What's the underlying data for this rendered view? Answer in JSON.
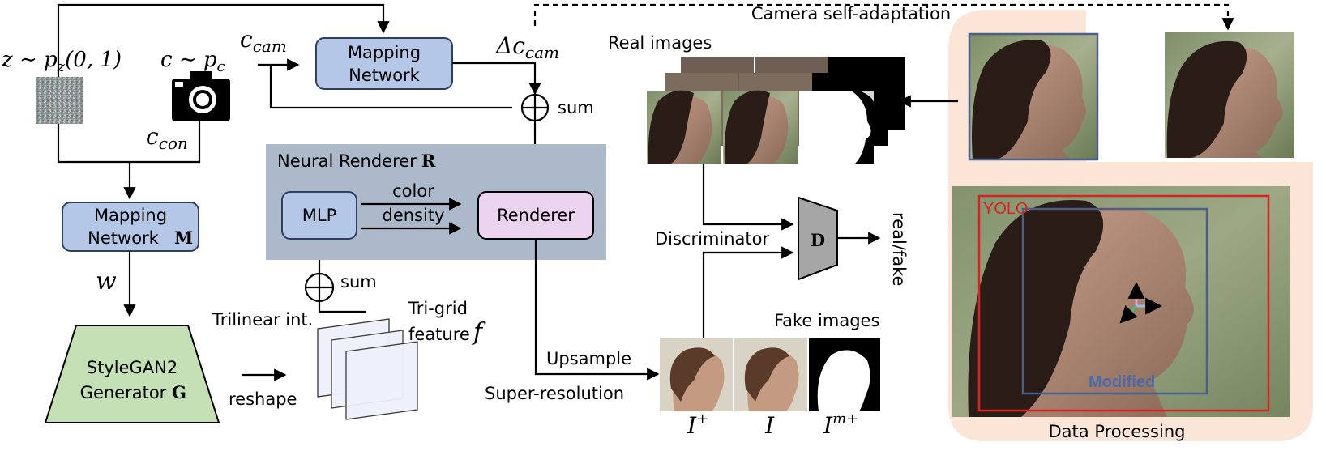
{
  "labels": {
    "z_prior": "z ∼ p",
    "z_prior_sub": "z",
    "z_prior_args": "(0, 1)",
    "c_prior": "c ∼ p",
    "c_prior_sub": "c",
    "c_cam": "c",
    "c_cam_sub": "cam",
    "delta_c_cam": "Δc",
    "delta_c_cam_sub": "cam",
    "c_con": "c",
    "c_con_sub": "con",
    "w": "w",
    "camera_self_adaptation": "Camera self-adaptation",
    "real_images": "Real images",
    "sum_top": "sum",
    "sum_bottom": "sum",
    "neural_renderer_title": "Neural Renderer",
    "neural_renderer_symbol": "R",
    "color": "color",
    "density": "density",
    "discriminator": "Discriminator",
    "real_fake": "real/fake",
    "trilinear": "Trilinear int.",
    "trigrid_line1": "Tri-grid",
    "trigrid_line2": "feature",
    "trigrid_symbol": "f",
    "fake_images": "Fake images",
    "upsample": "Upsample",
    "super_resolution": "Super-resolution",
    "reshape": "reshape",
    "i_plus": "I",
    "i_plus_sup": "+",
    "i_plain": "I",
    "i_mask": "I",
    "i_mask_sup": "m+",
    "yolo": "YOLO",
    "modified": "Modified",
    "data_processing": "Data Processing"
  },
  "boxes": {
    "mapping_network_top": [
      "Mapping",
      "Network"
    ],
    "mapping_network_m": [
      "Mapping",
      "Network"
    ],
    "mapping_network_m_symbol": "M",
    "mlp": "MLP",
    "renderer": "Renderer",
    "stylegan": [
      "StyleGAN2",
      "Generator"
    ],
    "stylegan_symbol": "G",
    "discriminator_symbol": "D"
  },
  "colors": {
    "mapping_fill": "#b4c7e7",
    "mapping_stroke": "#2f3f5f",
    "renderer_fill": "#ecd4f0",
    "neural_panel_fill": "#acb9ca",
    "stylegan_fill": "#c5e0b4",
    "discriminator_fill": "#a6a6a6",
    "data_panel_fill": "#fbe5d6",
    "yolo_box": "#e02020",
    "modified_box": "#4a5f8c"
  },
  "icons": {
    "camera": "camera-icon",
    "noise": "noise-patch",
    "sum": "circle-plus-icon"
  }
}
